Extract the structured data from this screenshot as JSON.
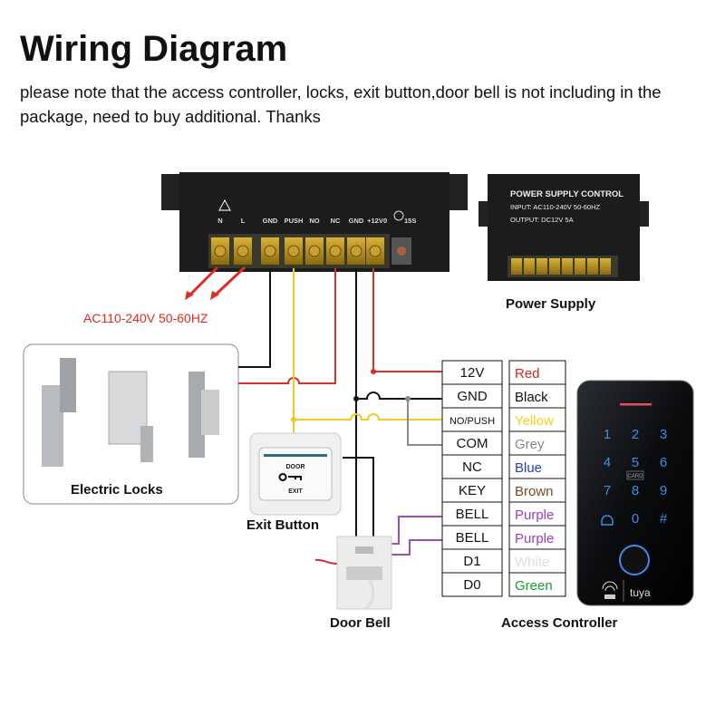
{
  "title": "Wiring Diagram",
  "note": "please note that the access controller, locks, exit button,door bell  is not including in the package, need to buy additional. Thanks",
  "power_supply_large": {
    "terminals": [
      "N",
      "L",
      "GND",
      "PUSH",
      "NO",
      "NC",
      "GND",
      "+12V"
    ],
    "delay_labels": [
      "0",
      "15S"
    ]
  },
  "ac_label": "AC110-240V 50-60HZ",
  "power_supply_small": {
    "title": "POWER SUPPLY CONTROL",
    "input": "INPUT: AC110-240V  50-60HZ",
    "output": "OUTPUT: DC12V 5A",
    "caption": "Power Supply"
  },
  "locks_caption": "Electric Locks",
  "exit_button": {
    "caption": "Exit Button",
    "top": "DOOR",
    "bottom": "EXIT"
  },
  "door_bell_caption": "Door Bell",
  "access_controller": {
    "caption": "Access Controller",
    "keys": [
      "1",
      "2",
      "3",
      "4",
      "5",
      "6",
      "7",
      "8",
      "9",
      "",
      "0",
      "#"
    ],
    "card": "CARD",
    "brand": "tuya"
  },
  "table": {
    "terminals": [
      "12V",
      "GND",
      "NO/PUSH",
      "COM",
      "NC",
      "KEY",
      "BELL",
      "BELL",
      "D1",
      "D0"
    ],
    "colors": [
      "Red",
      "Black",
      "Yellow",
      "Grey",
      "Blue",
      "Brown",
      "Purple",
      "Purple",
      "White",
      "Green"
    ],
    "color_hex": [
      "#e0201c",
      "#111111",
      "#f3d21a",
      "#888888",
      "#1f3fbf",
      "#7a4a1e",
      "#9a3fc4",
      "#9a3fc4",
      "#dddddd",
      "#18a030"
    ]
  },
  "wire_colors": {
    "red": "#d9302a",
    "black": "#111111",
    "yellow": "#f0cc20",
    "grey": "#8a8a8a",
    "purple": "#9b4cc2"
  }
}
